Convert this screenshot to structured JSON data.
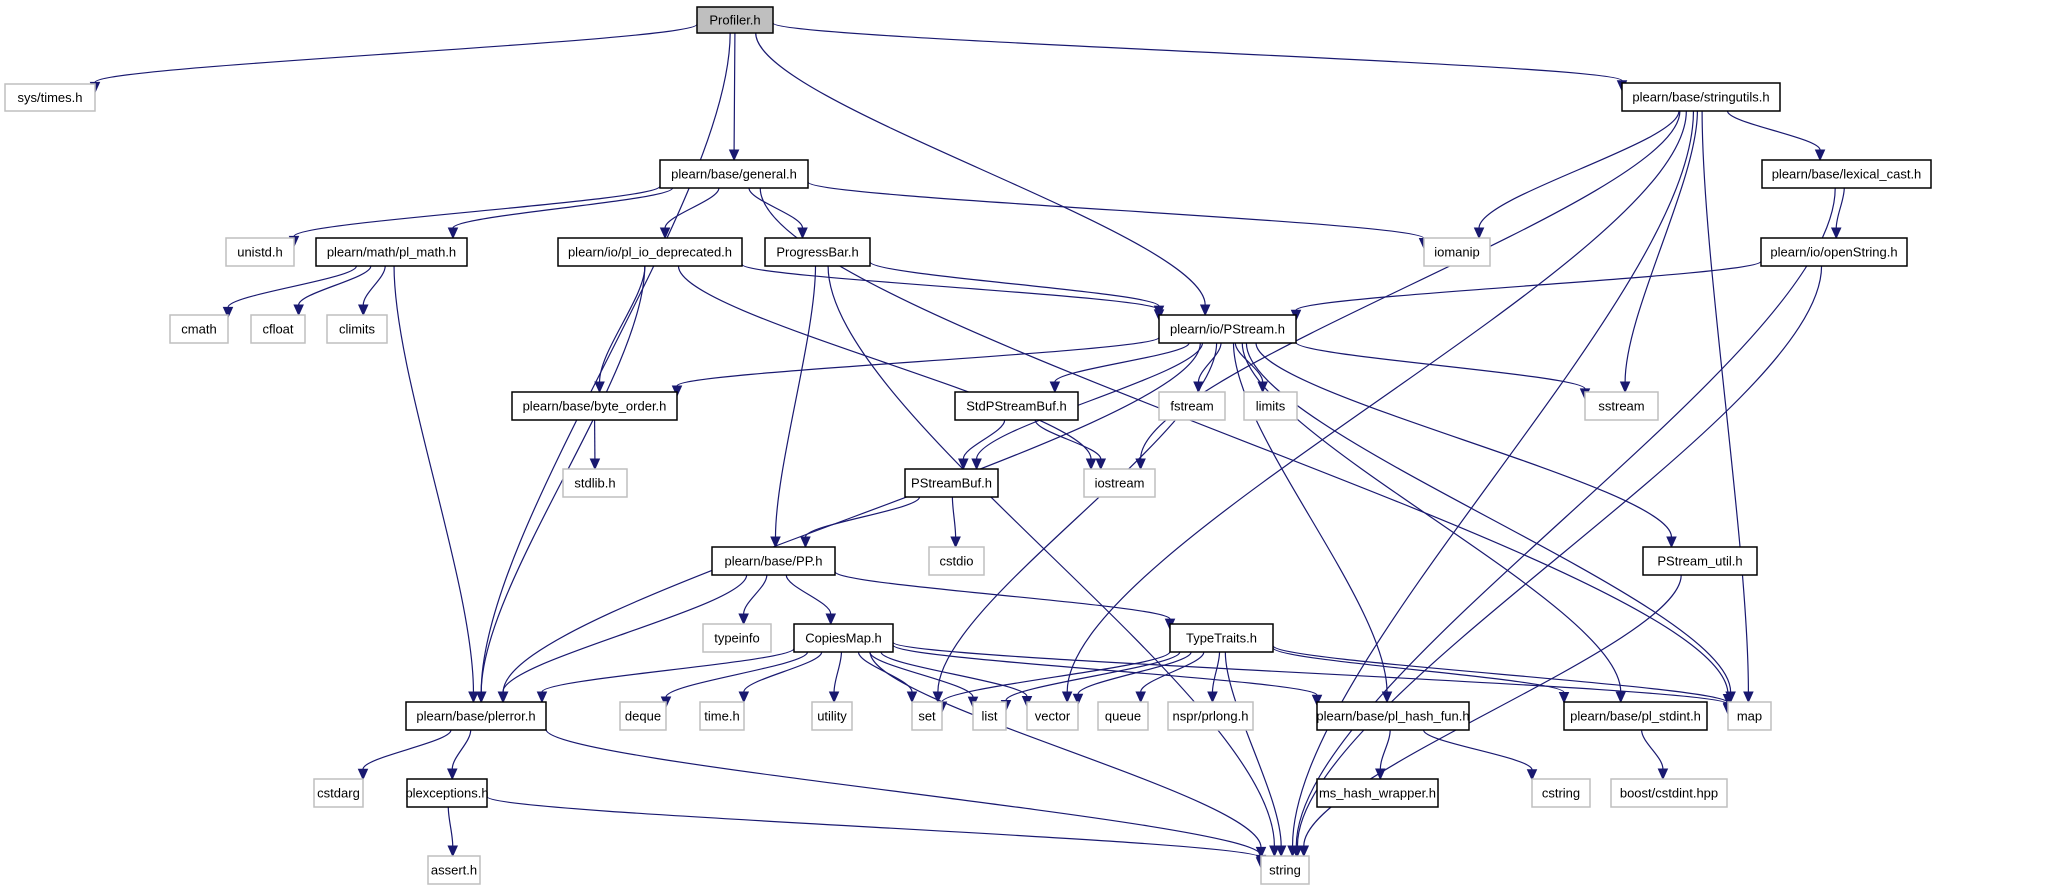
{
  "diagram": {
    "title": "Profiler.h include dependency graph",
    "colors": {
      "edge": "#191970",
      "root_fill": "#bfbfbf",
      "internal_border": "#000000",
      "external_border": "#bfbfbf"
    },
    "nodes": [
      {
        "id": "profiler",
        "label": "Profiler.h",
        "kind": "root"
      },
      {
        "id": "sys_times",
        "label": "sys/times.h",
        "kind": "external"
      },
      {
        "id": "general",
        "label": "plearn/base/general.h",
        "kind": "internal"
      },
      {
        "id": "stringutils",
        "label": "plearn/base/stringutils.h",
        "kind": "internal"
      },
      {
        "id": "unistd",
        "label": "unistd.h",
        "kind": "external"
      },
      {
        "id": "pl_math",
        "label": "plearn/math/pl_math.h",
        "kind": "internal"
      },
      {
        "id": "pl_io_deprecated",
        "label": "plearn/io/pl_io_deprecated.h",
        "kind": "internal"
      },
      {
        "id": "progressbar",
        "label": "ProgressBar.h",
        "kind": "internal"
      },
      {
        "id": "iomanip",
        "label": "iomanip",
        "kind": "external"
      },
      {
        "id": "lexical_cast",
        "label": "plearn/base/lexical_cast.h",
        "kind": "internal"
      },
      {
        "id": "openstring",
        "label": "plearn/io/openString.h",
        "kind": "internal"
      },
      {
        "id": "cmath",
        "label": "cmath",
        "kind": "external"
      },
      {
        "id": "cfloat",
        "label": "cfloat",
        "kind": "external"
      },
      {
        "id": "climits",
        "label": "climits",
        "kind": "external"
      },
      {
        "id": "pstream",
        "label": "plearn/io/PStream.h",
        "kind": "internal"
      },
      {
        "id": "byte_order",
        "label": "plearn/base/byte_order.h",
        "kind": "internal"
      },
      {
        "id": "stdpstreambuf",
        "label": "StdPStreamBuf.h",
        "kind": "internal"
      },
      {
        "id": "fstream",
        "label": "fstream",
        "kind": "external"
      },
      {
        "id": "limits",
        "label": "limits",
        "kind": "external"
      },
      {
        "id": "sstream",
        "label": "sstream",
        "kind": "external"
      },
      {
        "id": "stdlib",
        "label": "stdlib.h",
        "kind": "external"
      },
      {
        "id": "pstreambuf",
        "label": "PStreamBuf.h",
        "kind": "internal"
      },
      {
        "id": "iostream",
        "label": "iostream",
        "kind": "external"
      },
      {
        "id": "pp",
        "label": "plearn/base/PP.h",
        "kind": "internal"
      },
      {
        "id": "cstdio",
        "label": "cstdio",
        "kind": "external"
      },
      {
        "id": "pstream_util",
        "label": "PStream_util.h",
        "kind": "internal"
      },
      {
        "id": "typeinfo",
        "label": "typeinfo",
        "kind": "external"
      },
      {
        "id": "copiesmap",
        "label": "CopiesMap.h",
        "kind": "internal"
      },
      {
        "id": "typetraits",
        "label": "TypeTraits.h",
        "kind": "internal"
      },
      {
        "id": "plerror",
        "label": "plearn/base/plerror.h",
        "kind": "internal"
      },
      {
        "id": "deque",
        "label": "deque",
        "kind": "external"
      },
      {
        "id": "time_h",
        "label": "time.h",
        "kind": "external"
      },
      {
        "id": "utility",
        "label": "utility",
        "kind": "external"
      },
      {
        "id": "set",
        "label": "set",
        "kind": "external"
      },
      {
        "id": "list",
        "label": "list",
        "kind": "external"
      },
      {
        "id": "vector",
        "label": "vector",
        "kind": "external"
      },
      {
        "id": "queue",
        "label": "queue",
        "kind": "external"
      },
      {
        "id": "prlong",
        "label": "nspr/prlong.h",
        "kind": "external"
      },
      {
        "id": "pl_hash_fun",
        "label": "plearn/base/pl_hash_fun.h",
        "kind": "internal"
      },
      {
        "id": "pl_stdint",
        "label": "plearn/base/pl_stdint.h",
        "kind": "internal"
      },
      {
        "id": "map",
        "label": "map",
        "kind": "external"
      },
      {
        "id": "cstdarg",
        "label": "cstdarg",
        "kind": "external"
      },
      {
        "id": "plexceptions",
        "label": "plexceptions.h",
        "kind": "internal"
      },
      {
        "id": "ms_hash_wrapper",
        "label": "ms_hash_wrapper.h",
        "kind": "internal"
      },
      {
        "id": "cstring",
        "label": "cstring",
        "kind": "external"
      },
      {
        "id": "boost_cstdint",
        "label": "boost/cstdint.hpp",
        "kind": "external"
      },
      {
        "id": "assert",
        "label": "assert.h",
        "kind": "external"
      },
      {
        "id": "string",
        "label": "string",
        "kind": "external"
      }
    ],
    "edges": [
      [
        "profiler",
        "sys_times"
      ],
      [
        "profiler",
        "plerror"
      ],
      [
        "profiler",
        "general"
      ],
      [
        "profiler",
        "pstream"
      ],
      [
        "profiler",
        "stringutils"
      ],
      [
        "general",
        "unistd"
      ],
      [
        "general",
        "pl_math"
      ],
      [
        "general",
        "pl_io_deprecated"
      ],
      [
        "general",
        "progressbar"
      ],
      [
        "general",
        "iomanip"
      ],
      [
        "general",
        "map"
      ],
      [
        "stringutils",
        "iomanip"
      ],
      [
        "stringutils",
        "lexical_cast"
      ],
      [
        "stringutils",
        "sstream"
      ],
      [
        "stringutils",
        "iostream"
      ],
      [
        "stringutils",
        "vector"
      ],
      [
        "stringutils",
        "map"
      ],
      [
        "stringutils",
        "string"
      ],
      [
        "lexical_cast",
        "openstring"
      ],
      [
        "lexical_cast",
        "string"
      ],
      [
        "openstring",
        "pstream"
      ],
      [
        "openstring",
        "string"
      ],
      [
        "pl_math",
        "cmath"
      ],
      [
        "pl_math",
        "cfloat"
      ],
      [
        "pl_math",
        "climits"
      ],
      [
        "pl_math",
        "plerror"
      ],
      [
        "pl_io_deprecated",
        "byte_order"
      ],
      [
        "pl_io_deprecated",
        "plerror"
      ],
      [
        "pl_io_deprecated",
        "pstream"
      ],
      [
        "pl_io_deprecated",
        "iostream"
      ],
      [
        "progressbar",
        "pstream"
      ],
      [
        "progressbar",
        "pp"
      ],
      [
        "progressbar",
        "string"
      ],
      [
        "pstream",
        "byte_order"
      ],
      [
        "pstream",
        "plerror"
      ],
      [
        "pstream",
        "pstreambuf"
      ],
      [
        "pstream",
        "set"
      ],
      [
        "pstream",
        "stdpstreambuf"
      ],
      [
        "pstream",
        "fstream"
      ],
      [
        "pstream",
        "limits"
      ],
      [
        "pstream",
        "sstream"
      ],
      [
        "pstream",
        "pstream_util"
      ],
      [
        "pstream",
        "pl_hash_fun"
      ],
      [
        "pstream",
        "pl_stdint"
      ],
      [
        "pstream",
        "map"
      ],
      [
        "byte_order",
        "stdlib"
      ],
      [
        "stdpstreambuf",
        "pstreambuf"
      ],
      [
        "stdpstreambuf",
        "iostream"
      ],
      [
        "pstreambuf",
        "pp"
      ],
      [
        "pstreambuf",
        "cstdio"
      ],
      [
        "pp",
        "plerror"
      ],
      [
        "pp",
        "typeinfo"
      ],
      [
        "pp",
        "copiesmap"
      ],
      [
        "pp",
        "typetraits"
      ],
      [
        "pstream_util",
        "string"
      ],
      [
        "copiesmap",
        "plerror"
      ],
      [
        "copiesmap",
        "deque"
      ],
      [
        "copiesmap",
        "time_h"
      ],
      [
        "copiesmap",
        "utility"
      ],
      [
        "copiesmap",
        "set"
      ],
      [
        "copiesmap",
        "list"
      ],
      [
        "copiesmap",
        "vector"
      ],
      [
        "copiesmap",
        "pl_hash_fun"
      ],
      [
        "copiesmap",
        "map"
      ],
      [
        "copiesmap",
        "string"
      ],
      [
        "typetraits",
        "set"
      ],
      [
        "typetraits",
        "list"
      ],
      [
        "typetraits",
        "vector"
      ],
      [
        "typetraits",
        "queue"
      ],
      [
        "typetraits",
        "prlong"
      ],
      [
        "typetraits",
        "string"
      ],
      [
        "typetraits",
        "pl_stdint"
      ],
      [
        "typetraits",
        "map"
      ],
      [
        "plerror",
        "cstdarg"
      ],
      [
        "plerror",
        "plexceptions"
      ],
      [
        "plerror",
        "string"
      ],
      [
        "plexceptions",
        "assert"
      ],
      [
        "plexceptions",
        "string"
      ],
      [
        "pl_hash_fun",
        "ms_hash_wrapper"
      ],
      [
        "pl_hash_fun",
        "cstring"
      ],
      [
        "pl_stdint",
        "boost_cstdint"
      ]
    ]
  }
}
